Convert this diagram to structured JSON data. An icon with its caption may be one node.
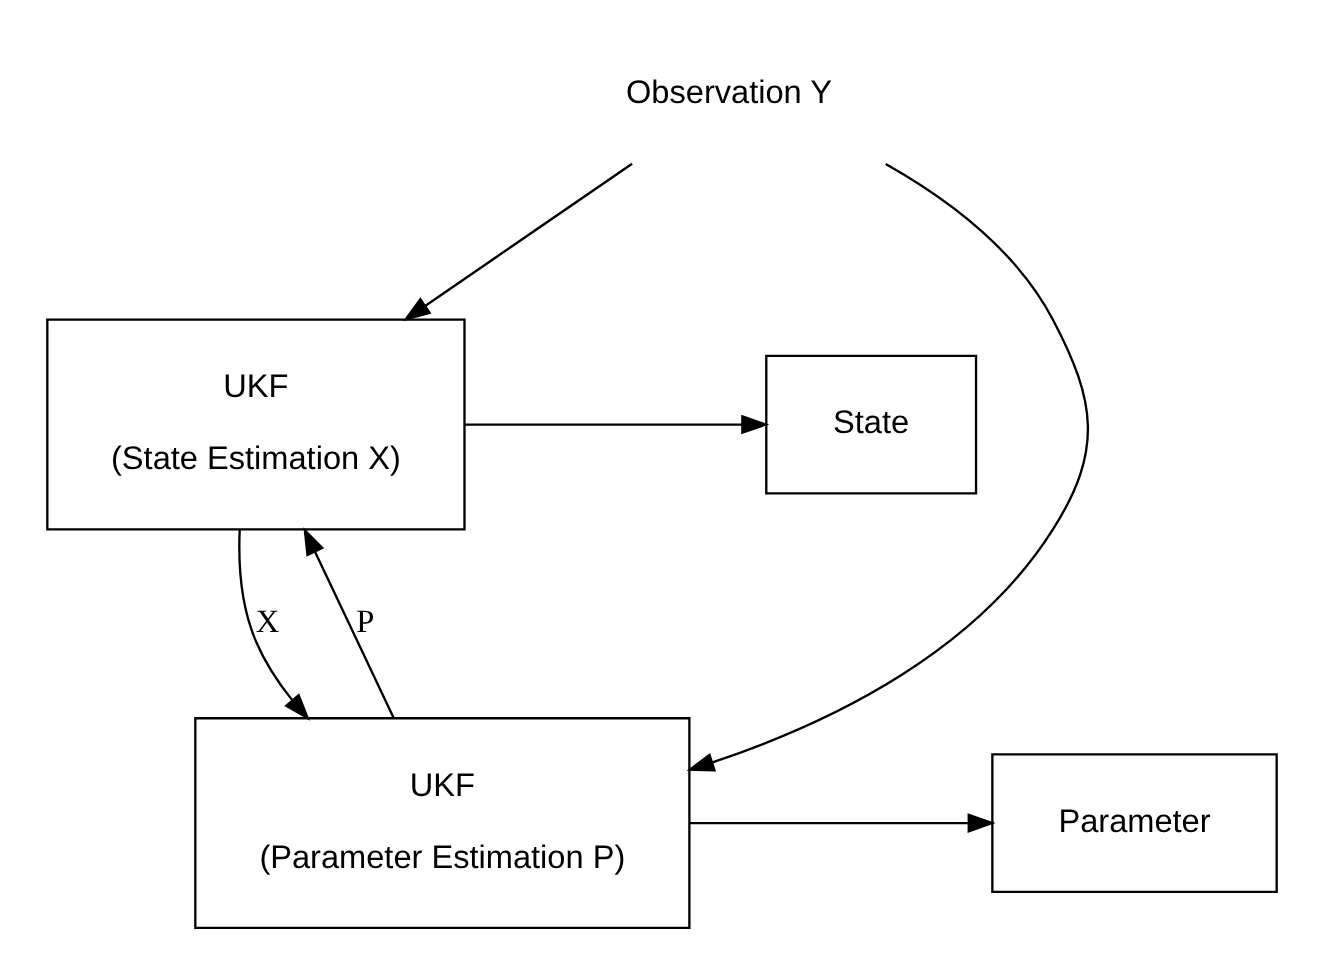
{
  "diagram": {
    "nodes": [
      {
        "text": [
          "UKF",
          "(State Estimation X)"
        ]
      },
      {
        "text": [
          "State"
        ]
      },
      {
        "text": [
          "Observation Y"
        ]
      },
      {
        "text": [
          "UKF",
          "(Parameter Estimation P)"
        ]
      },
      {
        "text": [
          "Parameter"
        ]
      }
    ],
    "edges": [
      {
        "from": 0,
        "to": 1,
        "arrow": "to"
      },
      {
        "from": 2,
        "to": 0,
        "arrow": "to"
      },
      {
        "from": 2,
        "to": 3,
        "arrow": "to"
      },
      {
        "from": 0,
        "to": 3,
        "label": "X",
        "arrow": "to"
      },
      {
        "from": 3,
        "to": 0,
        "label": "P",
        "arrow": "to"
      },
      {
        "from": 3,
        "to": 4,
        "arrow": "to"
      }
    ]
  }
}
